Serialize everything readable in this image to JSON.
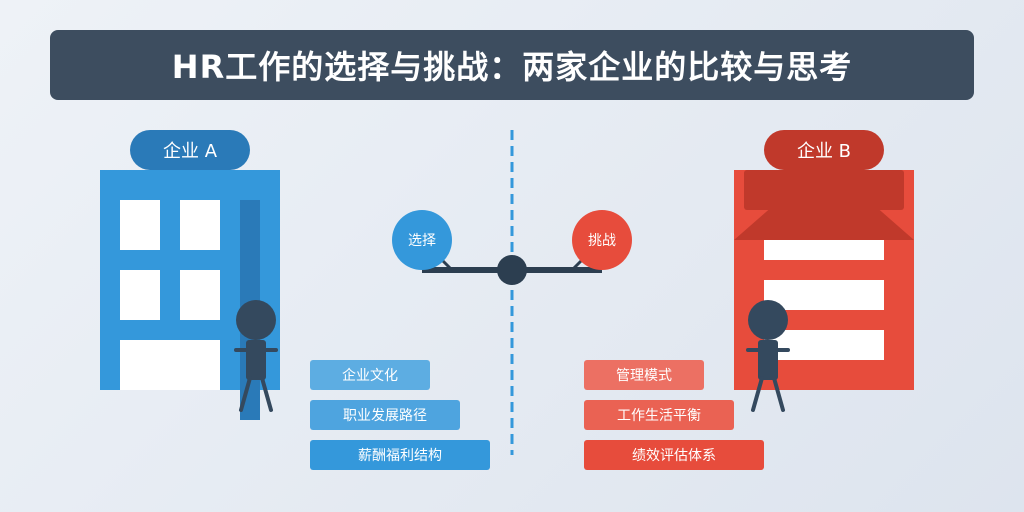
{
  "title": "HR工作的选择与挑战：两家企业的比较与思考",
  "company_a": {
    "label": "企业 A",
    "tags": [
      "企业文化",
      "职业发展路径",
      "薪酬福利结构"
    ]
  },
  "company_b": {
    "label": "企业 B",
    "tags": [
      "管理模式",
      "工作生活平衡",
      "绩效评估体系"
    ]
  },
  "balance": {
    "left_label": "选择",
    "right_label": "挑战"
  },
  "colors": {
    "title_bg": "#3d4d5f",
    "company_a": "#3498db",
    "company_a_dark": "#2a7ab8",
    "company_b": "#e74c3c",
    "company_b_dark": "#c0392b",
    "figure": "#34495e",
    "divider": "#3498db"
  }
}
